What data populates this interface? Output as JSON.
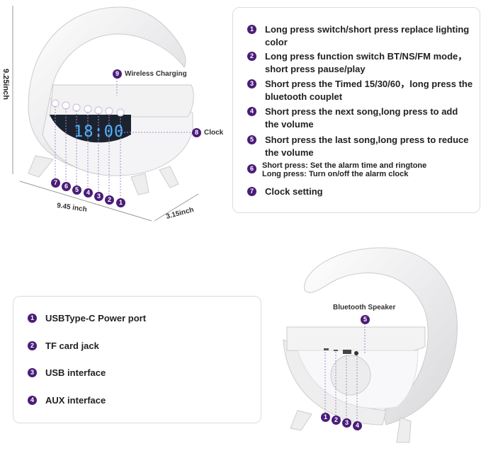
{
  "colors": {
    "badge": "#4a1d78",
    "display": "#4fb4ff"
  },
  "front": {
    "height_label": "9.25inch",
    "width_label": "9.45 inch",
    "depth_label": "3.15inch",
    "clock_display": "18:00",
    "callouts": [
      {
        "num": "9",
        "label": "Wireless Charging"
      },
      {
        "num": "8",
        "label": "Clock"
      }
    ],
    "button_numbers": [
      "7",
      "6",
      "5",
      "4",
      "3",
      "2",
      "1"
    ]
  },
  "button_list": [
    {
      "num": "1",
      "text": "Long press switch/short press replace lighting color"
    },
    {
      "num": "2",
      "text": "Long press function switch BT/NS/FM mode，short press pause/play"
    },
    {
      "num": "3",
      "text": "Short press the Timed 15/30/60，long press the bluetooth couplet"
    },
    {
      "num": "4",
      "text": "Short press the next song,long press to add the volume"
    },
    {
      "num": "5",
      "text": "Short press the last song,long press to reduce the volume"
    },
    {
      "num": "6",
      "text": "Short press: Set the alarm time and ringtone",
      "text2": "Long press: Turn on/off the alarm clock"
    },
    {
      "num": "7",
      "text": "Clock setting"
    }
  ],
  "port_list": [
    {
      "num": "1",
      "text": "USBType-C Power port"
    },
    {
      "num": "2",
      "text": "TF card jack"
    },
    {
      "num": "3",
      "text": "USB interface"
    },
    {
      "num": "4",
      "text": "AUX interface"
    }
  ],
  "back": {
    "speaker_label": "Bluetooth Speaker",
    "speaker_num": "5",
    "port_numbers": [
      "1",
      "2",
      "3",
      "4"
    ]
  }
}
